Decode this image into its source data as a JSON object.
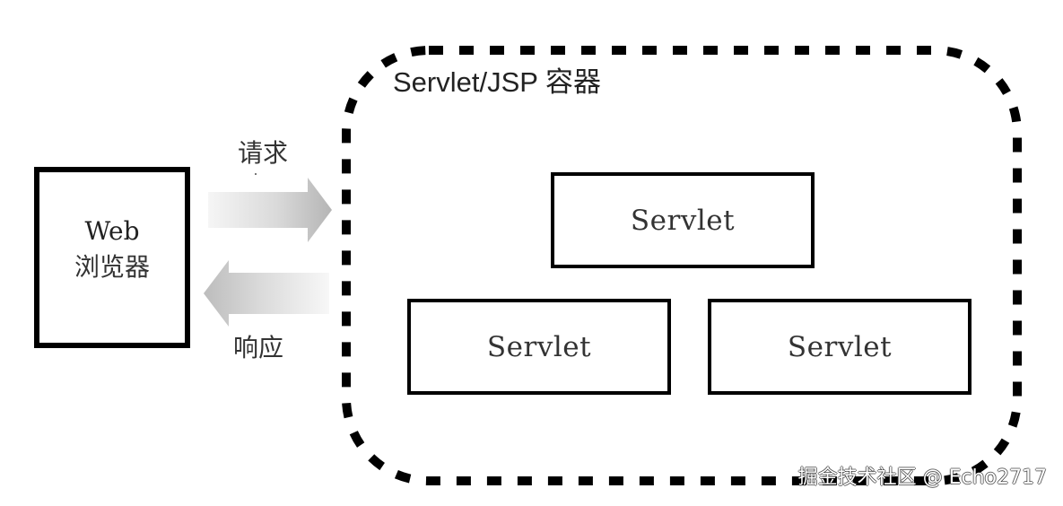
{
  "browser": {
    "title": "Web",
    "subtitle": "浏览器"
  },
  "container": {
    "title": "Servlet/JSP 容器"
  },
  "arrows": {
    "request_label": "请求",
    "response_label": "响应"
  },
  "servlets": [
    {
      "label": "Servlet"
    },
    {
      "label": "Servlet"
    },
    {
      "label": "Servlet"
    }
  ],
  "watermark": "掘金技术社区 @ Echo2717",
  "colors": {
    "stroke": "#000000",
    "text": "#333333",
    "arrow_light": "#f2f2f2",
    "arrow_dark": "#b6b6b6",
    "background": "#ffffff"
  }
}
